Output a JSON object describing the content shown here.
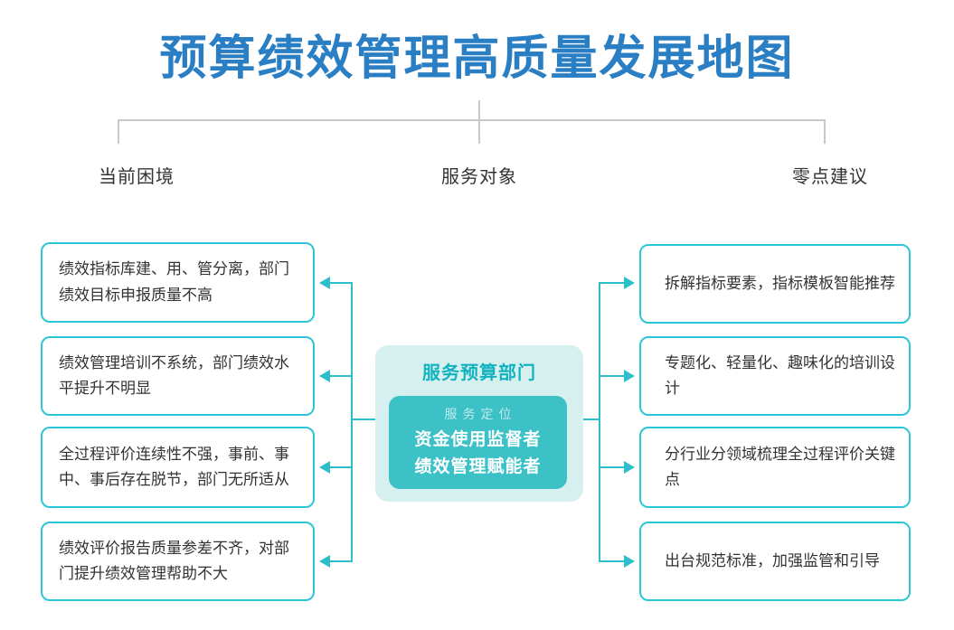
{
  "title": "预算绩效管理高质量发展地图",
  "columns": {
    "left_label": "当前困境",
    "center_label": "服务对象",
    "right_label": "零点建议"
  },
  "left_boxes": [
    {
      "text": "绩效指标库建、用、管分离，部门绩效目标申报质量不高"
    },
    {
      "text": "绩效管理培训不系统，部门绩效水平提升不明显"
    },
    {
      "text": "全过程评价连续性不强，事前、事中、事后存在脱节，部门无所适从"
    },
    {
      "text": "绩效评价报告质量参差不齐，对部门提升绩效管理帮助不大"
    }
  ],
  "right_boxes": [
    {
      "text": "拆解指标要素，指标模板智能推荐"
    },
    {
      "text": "专题化、轻量化、趣味化的培训设计"
    },
    {
      "text": "分行业分领域梳理全过程评价关键点"
    },
    {
      "text": "出台规范标准，加强监管和引导"
    }
  ],
  "center": {
    "header": "服务预算部门",
    "card_subtitle": "服务定位",
    "card_line1": "资金使用监督者",
    "card_line2": "绩效管理赋能者"
  },
  "icons": {
    "arrow_left": "◀",
    "arrow_right": "▶"
  },
  "colors": {
    "title_blue": "#2A7EC4",
    "connector_teal": "#2CBFCB",
    "box_border_teal": "#2BC7D6",
    "bracket_gray": "#C9C9C9",
    "text_ink": "#333333",
    "center_panel_bg": "#D6F0F0",
    "center_card_bg": "#3CC1C7",
    "center_header_teal": "#12B2BF"
  }
}
